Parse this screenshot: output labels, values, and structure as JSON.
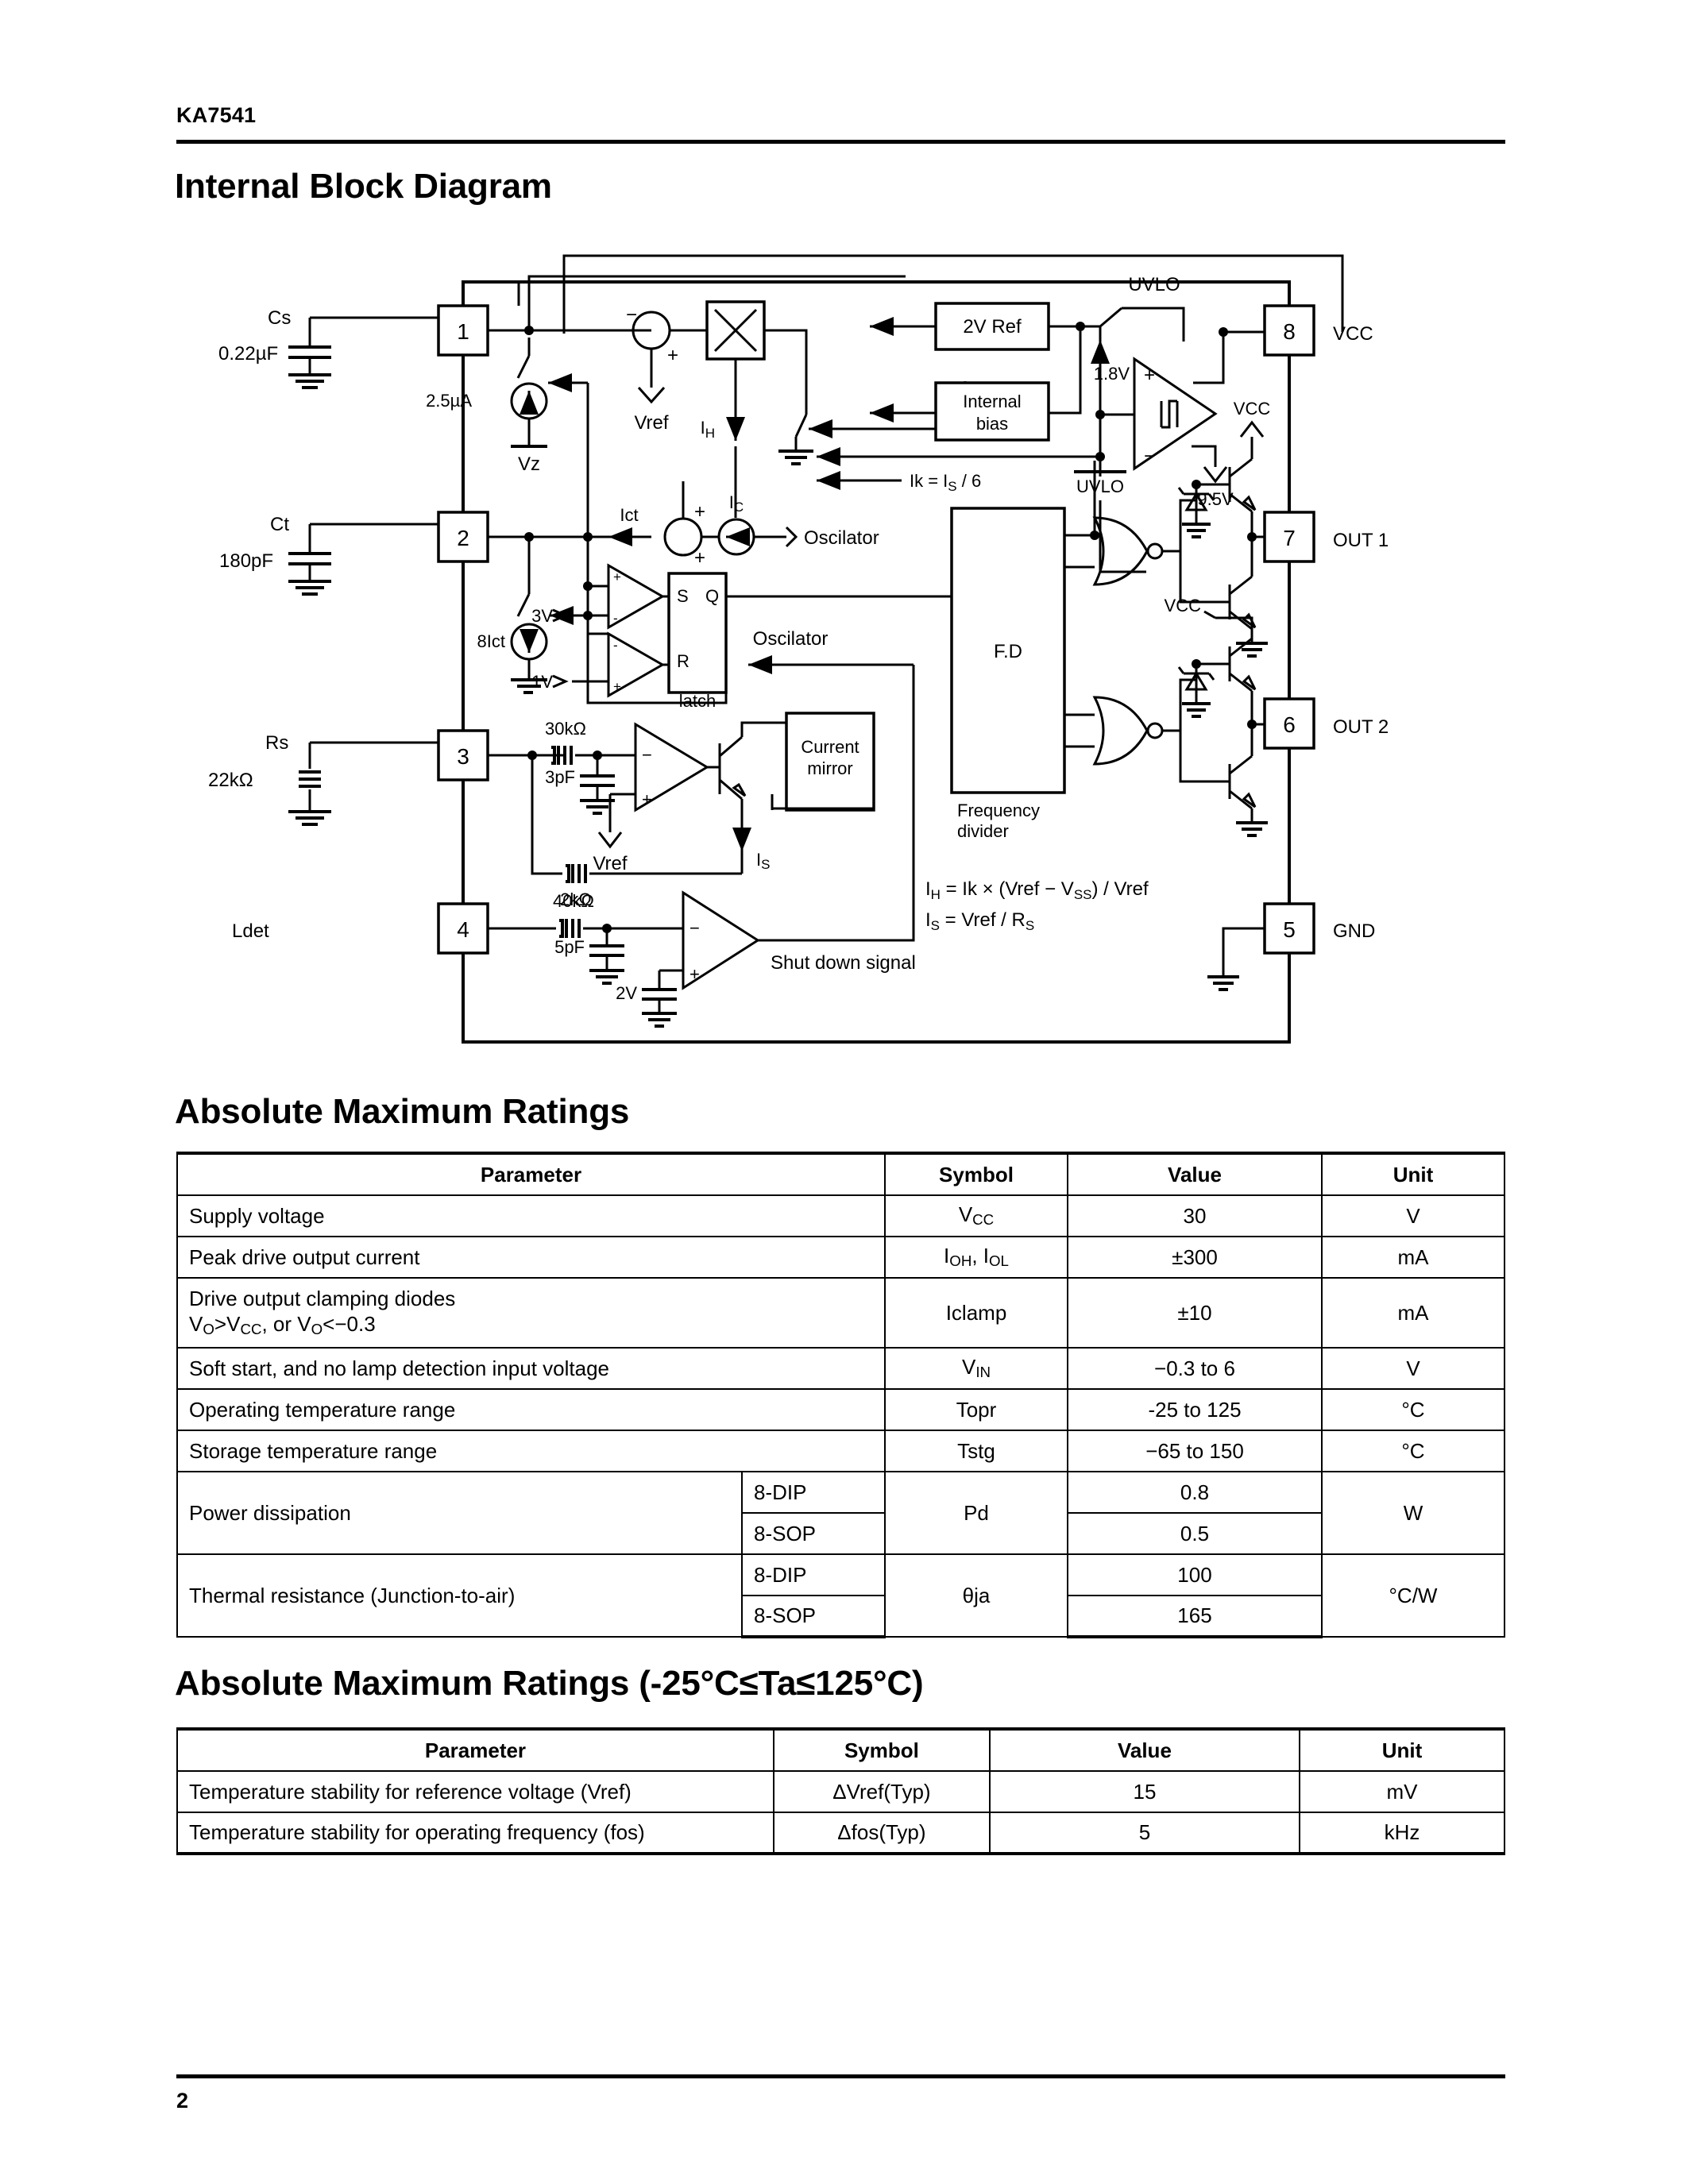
{
  "header": {
    "part_number": "KA7541"
  },
  "footer": {
    "page_number": "2"
  },
  "sections": {
    "block_diagram_title": "Internal Block Diagram",
    "amr_title": "Absolute Maximum Ratings",
    "amr2_title": "Absolute Maximum Ratings (-25°C≤Ta≤125°C)"
  },
  "diagram": {
    "pins": [
      {
        "num": "1",
        "left_label": "Cs",
        "right_label": ""
      },
      {
        "num": "2",
        "left_label": "Ct",
        "right_label": ""
      },
      {
        "num": "3",
        "left_label": "Rs",
        "right_label": ""
      },
      {
        "num": "4",
        "left_label": "Ldet",
        "right_label": ""
      },
      {
        "num": "5",
        "left_label": "",
        "right_label": "GND"
      },
      {
        "num": "6",
        "left_label": "",
        "right_label": "OUT 2"
      },
      {
        "num": "7",
        "left_label": "",
        "right_label": "OUT 1"
      },
      {
        "num": "8",
        "left_label": "",
        "right_label": "VCC"
      }
    ],
    "external_components": {
      "cs_cap": "0.22µF",
      "ct_cap": "180pF",
      "rs_res": "22kΩ"
    },
    "blocks": {
      "ref_2v": "2V Ref",
      "internal_bias": "Internal\nbias",
      "fd": "F.D",
      "fd_caption": "Frequency\ndivider",
      "current_mirror": "Current\nmirror",
      "latch": "latch",
      "latch_s": "S",
      "latch_q": "Q",
      "latch_r": "R"
    },
    "labels": {
      "uvlo": "UVLO",
      "uvlo_bar": "UVLO",
      "v_1_8": "1.8V",
      "v_9_5": "9.5V",
      "vcc_1": "VCC",
      "vcc_2": "VCC",
      "vcc_3": "VCC",
      "vref_1": "Vref",
      "vref_2": "Vref",
      "vref_3": "Vref",
      "vz": "VZ",
      "i_2_5ua": "2.5µA",
      "i_8ict": "8Ict",
      "ih": "IH",
      "ict": "Ict",
      "ic": "IC",
      "is": "IS",
      "ik_eq": "Ik = IS / 6",
      "oscilator_in": "Oscilator",
      "oscilator_fb": "Oscilator",
      "comp_3v": "3V",
      "comp_1v": "1V",
      "r_30k": "30kΩ",
      "c_3pf": "3pF",
      "r_2k": "2kΩ",
      "r_40k": "40kΩ",
      "c_5pf": "5pF",
      "v_2v": "2V",
      "shutdown": "Shut down signal",
      "formula_ih": "IH = Ik × (Vref − VSS) / Vref",
      "formula_is": "IS = Vref / RS"
    }
  },
  "table_amr": {
    "columns": [
      "Parameter",
      "Symbol",
      "Value",
      "Unit"
    ],
    "rows": [
      {
        "parameter": "Supply voltage",
        "parameter2": "",
        "package": "",
        "symbol": "VCC",
        "value": "30",
        "unit": "V"
      },
      {
        "parameter": "Peak drive output current",
        "parameter2": "",
        "package": "",
        "symbol": "IOH, IOL",
        "value": "±300",
        "unit": "mA"
      },
      {
        "parameter": "Drive output clamping diodes",
        "parameter2": "VO>VCC, or VO<−0.3",
        "package": "",
        "symbol": "Iclamp",
        "value": "±10",
        "unit": "mA"
      },
      {
        "parameter": "Soft start, and no lamp detection input voltage",
        "parameter2": "",
        "package": "",
        "symbol": "VIN",
        "value": "−0.3 to 6",
        "unit": "V"
      },
      {
        "parameter": "Operating temperature range",
        "parameter2": "",
        "package": "",
        "symbol": "Topr",
        "value": "-25 to 125",
        "unit": "°C"
      },
      {
        "parameter": "Storage temperature range",
        "parameter2": "",
        "package": "",
        "symbol": "Tstg",
        "value": "−65 to 150",
        "unit": "°C"
      }
    ],
    "split_rows": [
      {
        "parameter": "Power dissipation",
        "symbol": "Pd",
        "unit": "W",
        "sub": [
          {
            "package": "8-DIP",
            "value": "0.8"
          },
          {
            "package": "8-SOP",
            "value": "0.5"
          }
        ]
      },
      {
        "parameter": "Thermal resistance (Junction-to-air)",
        "symbol": "θja",
        "unit": "°C/W",
        "sub": [
          {
            "package": "8-DIP",
            "value": "100"
          },
          {
            "package": "8-SOP",
            "value": "165"
          }
        ]
      }
    ]
  },
  "table_amr2": {
    "columns": [
      "Parameter",
      "Symbol",
      "Value",
      "Unit"
    ],
    "rows": [
      {
        "parameter": "Temperature stability for reference voltage (Vref)",
        "symbol": "ΔVref(Typ)",
        "value": "15",
        "unit": "mV"
      },
      {
        "parameter": "Temperature stability for operating frequency (fos)",
        "symbol": "Δfos(Typ)",
        "value": "5",
        "unit": "kHz"
      }
    ]
  }
}
